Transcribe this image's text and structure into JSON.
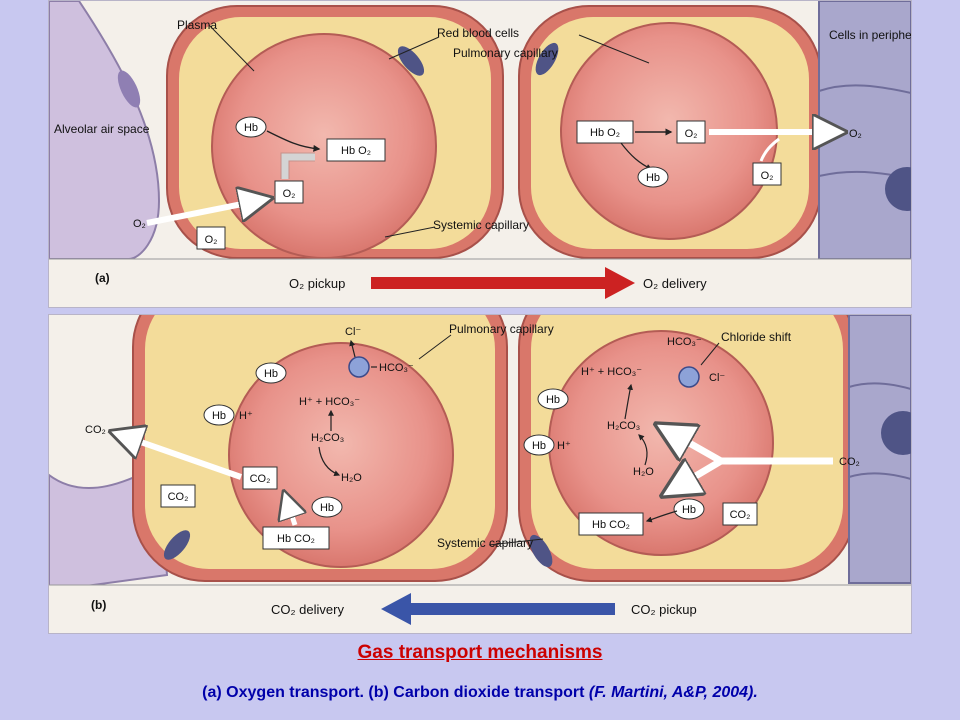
{
  "panel_a": {
    "letter": "(a)",
    "labels": {
      "plasma": "Plasma",
      "red_blood_cells": "Red blood cells",
      "pulmonary_capillary": "Pulmonary capillary",
      "cells_peripheral": "Cells in peripheral tissues",
      "alveolar": "Alveolar air space",
      "systemic_capillary": "Systemic capillary"
    },
    "pickup": "O₂ pickup",
    "delivery": "O₂ delivery",
    "hb": "Hb",
    "hbo2": "Hb O₂",
    "o2": "O₂"
  },
  "panel_b": {
    "letter": "(b)",
    "labels": {
      "pulmonary_capillary": "Pulmonary capillary",
      "systemic_capillary": "Systemic capillary",
      "chloride_shift": "Chloride shift"
    },
    "delivery": "CO₂ delivery",
    "pickup": "CO₂ pickup",
    "hb": "Hb",
    "h": "H⁺",
    "co2": "CO₂",
    "hbco2": "Hb CO₂",
    "h2co3": "H₂CO₃",
    "h2o": "H₂O",
    "hco3": "HCO₃⁻",
    "h_plus_hco3": "H⁺ + HCO₃⁻",
    "cl": "Cl⁻"
  },
  "caption": {
    "title": "Gas transport mechanisms",
    "subtitle": "(a) Oxygen transport. (b) Carbon dioxide transport",
    "source": "(F. Martini, A&P, 2004)."
  },
  "colors": {
    "plasma": "#f3dc9a",
    "vessel_wall": "#d9776a",
    "rbc": "#e68e86",
    "rbc_center": "#f0b0a6",
    "alveolar": "#cfc0de",
    "tissue_cell": "#a9a7cc",
    "nucleus": "#4f5486",
    "red_arrow": "#cc2222",
    "blue_arrow": "#3a55a8"
  }
}
